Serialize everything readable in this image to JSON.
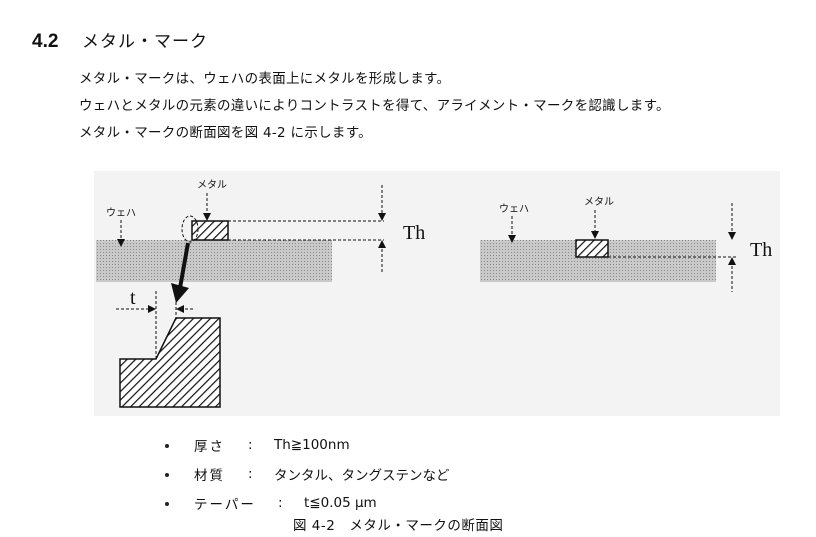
{
  "section": {
    "number": "4.2",
    "title": "メタル・マーク"
  },
  "paragraphs": [
    "メタル・マークは、ウェハの表面上にメタルを形成します。",
    "ウェハとメタルの元素の違いによりコントラストを得て、アライメント・マークを認識します。",
    "メタル・マークの断面図を図 4-2 に示します。"
  ],
  "figure": {
    "left": {
      "metal_label": "メタル",
      "wafer_label": "ウェハ",
      "th_label": "Th",
      "t_label": "t"
    },
    "right": {
      "metal_label": "メタル",
      "wafer_label": "ウェハ",
      "th_label": "Th"
    }
  },
  "specs": [
    {
      "label": "厚さ",
      "sep": ":",
      "value": "Th≧100nm"
    },
    {
      "label": "材質",
      "sep": ":",
      "value": "タンタル、タングステンなど"
    },
    {
      "label": "テーパー",
      "sep": ":",
      "value": "t≦0.05 μm"
    }
  ],
  "caption": "図 4-2　メタル・マークの断面図"
}
